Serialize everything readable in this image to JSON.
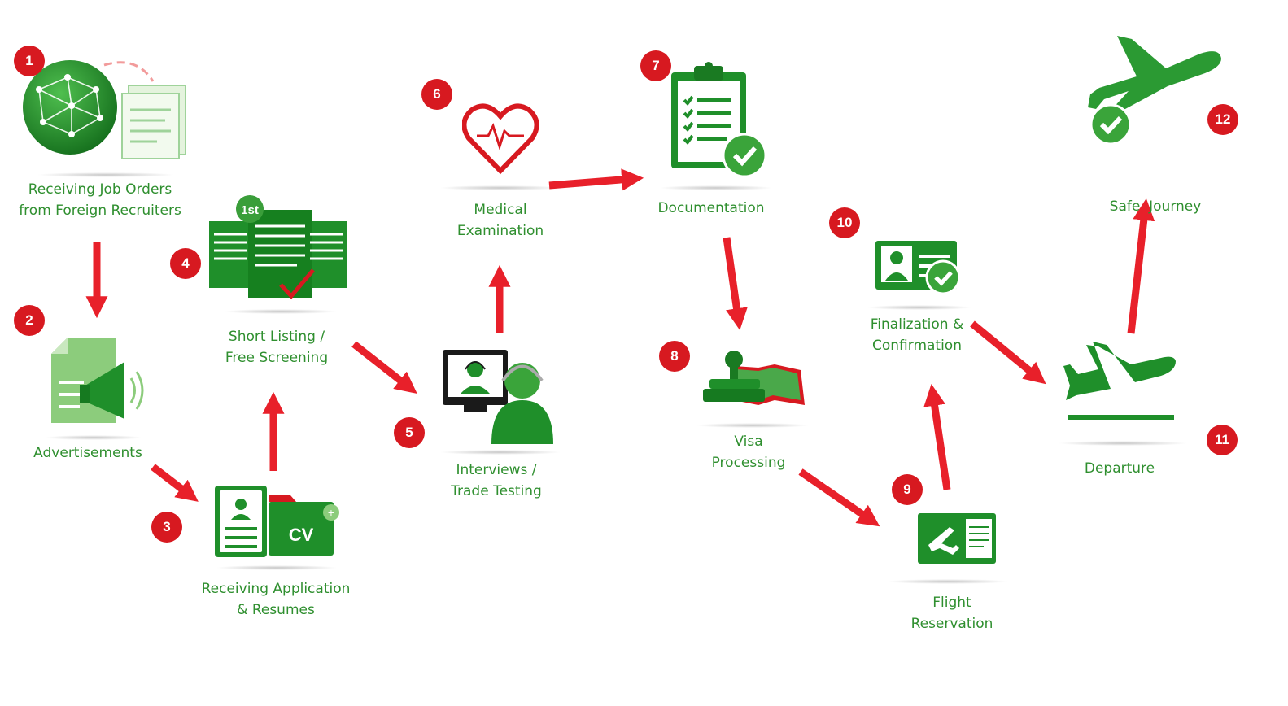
{
  "steps": [
    {
      "num": "1",
      "line1": "Receiving Job Orders",
      "line2": "from Foreign Recruiters"
    },
    {
      "num": "2",
      "line1": "Advertisements",
      "line2": ""
    },
    {
      "num": "3",
      "line1": "Receiving Application",
      "line2": "& Resumes"
    },
    {
      "num": "4",
      "line1": "Short Listing /",
      "line2": "Free Screening"
    },
    {
      "num": "5",
      "line1": "Interviews /",
      "line2": "Trade Testing"
    },
    {
      "num": "6",
      "line1": "Medical",
      "line2": "Examination"
    },
    {
      "num": "7",
      "line1": "Documentation",
      "line2": ""
    },
    {
      "num": "8",
      "line1": "Visa",
      "line2": "Processing"
    },
    {
      "num": "9",
      "line1": "Flight",
      "line2": "Reservation"
    },
    {
      "num": "10",
      "line1": "Finalization &",
      "line2": "Confirmation"
    },
    {
      "num": "11",
      "line1": "Departure",
      "line2": ""
    },
    {
      "num": "12",
      "line1": "Safe  Journey",
      "line2": ""
    }
  ],
  "icons": {
    "shortlist_badge": "1st"
  },
  "colors": {
    "accent_red": "#d71920",
    "arrow_red": "#e8202a",
    "icon_green": "#1f8f2a",
    "label_green": "#2f8f2f"
  }
}
